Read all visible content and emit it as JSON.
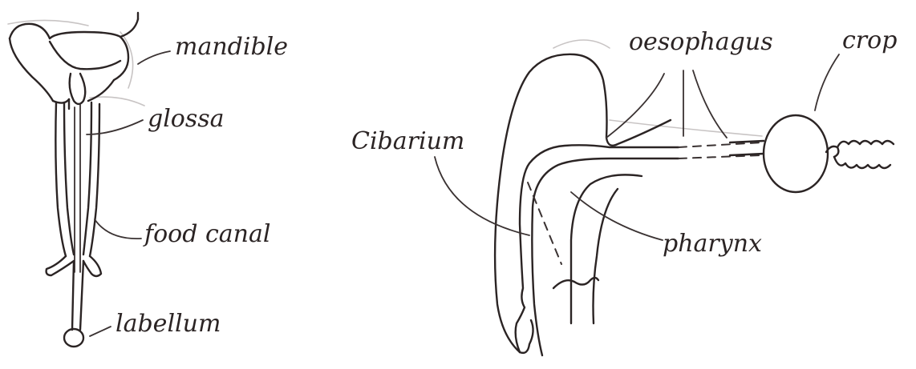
{
  "labels": {
    "mandible": "mandible",
    "glossa": "glossa",
    "food_canal": "food canal",
    "labellum": "labellum",
    "oesophagus": "oesophagus",
    "crop": "crop",
    "cibarium": "Cibarium",
    "pharynx": "pharynx"
  }
}
